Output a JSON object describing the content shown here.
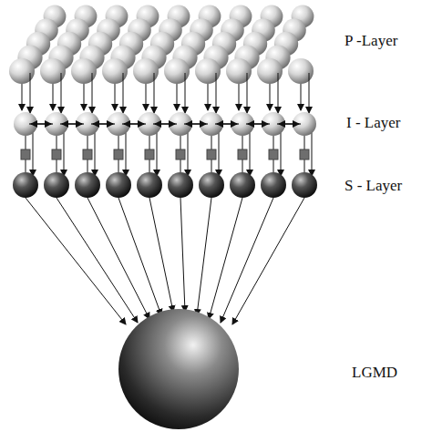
{
  "diagram": {
    "labels": [
      "P -Layer",
      "I - Layer",
      "S - Layer",
      "LGMD"
    ]
  }
}
